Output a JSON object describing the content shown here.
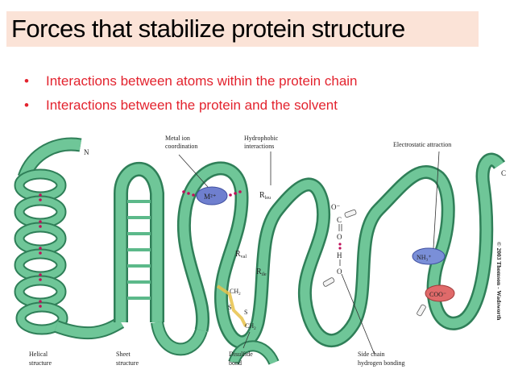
{
  "slide": {
    "title": "Forces that stabilize protein structure",
    "bullets": [
      "Interactions between atoms within the protein chain",
      "Interactions between the protein and the solvent"
    ]
  },
  "diagram": {
    "labels": {
      "n_terminus": "N",
      "c_terminus": "C",
      "metal_ion": [
        "Metal ion",
        "coordination"
      ],
      "hydrophobic": [
        "Hydrophobic",
        "interactions"
      ],
      "electrostatic": "Electrostatic attraction",
      "helical": [
        "Helical",
        "structure"
      ],
      "sheet": [
        "Sheet",
        "structure"
      ],
      "disulfide": [
        "Disulfide",
        "bond"
      ],
      "side_chain": [
        "Side chain",
        "hydrogen bonding"
      ],
      "copyright": "© 2003 Thomson - Wadsworth"
    },
    "chem": {
      "metal": "M²⁺",
      "r_leu": "R",
      "r_leu_sub": "leu",
      "r_val": "R",
      "r_val_sub": "val",
      "r_ile": "R",
      "r_ile_sub": "ile",
      "ch2_top": "CH",
      "ch2_top_sub": "2",
      "s1": "S",
      "s2": "S",
      "ch2_bottom": "CH",
      "ch2_bottom_sub": "2",
      "o_minus": "O⁻",
      "c": "C",
      "o": "O",
      "h": "H",
      "o_bottom": "O",
      "nh3": "NH₃⁺",
      "coo": "COO⁻"
    },
    "colors": {
      "ribbon": "#5cb98a",
      "ribbon_dark": "#2f7f58",
      "ribbon_light": "#9fdcbc",
      "metal_ion": "#6f7fcf",
      "nh3": "#7a8fd8",
      "coo": "#e06a6a",
      "dots": "#c0105a",
      "disulfide": "#e8c24a",
      "title_bg": "#fbe3d7",
      "bullet_text": "#e3232e"
    }
  }
}
